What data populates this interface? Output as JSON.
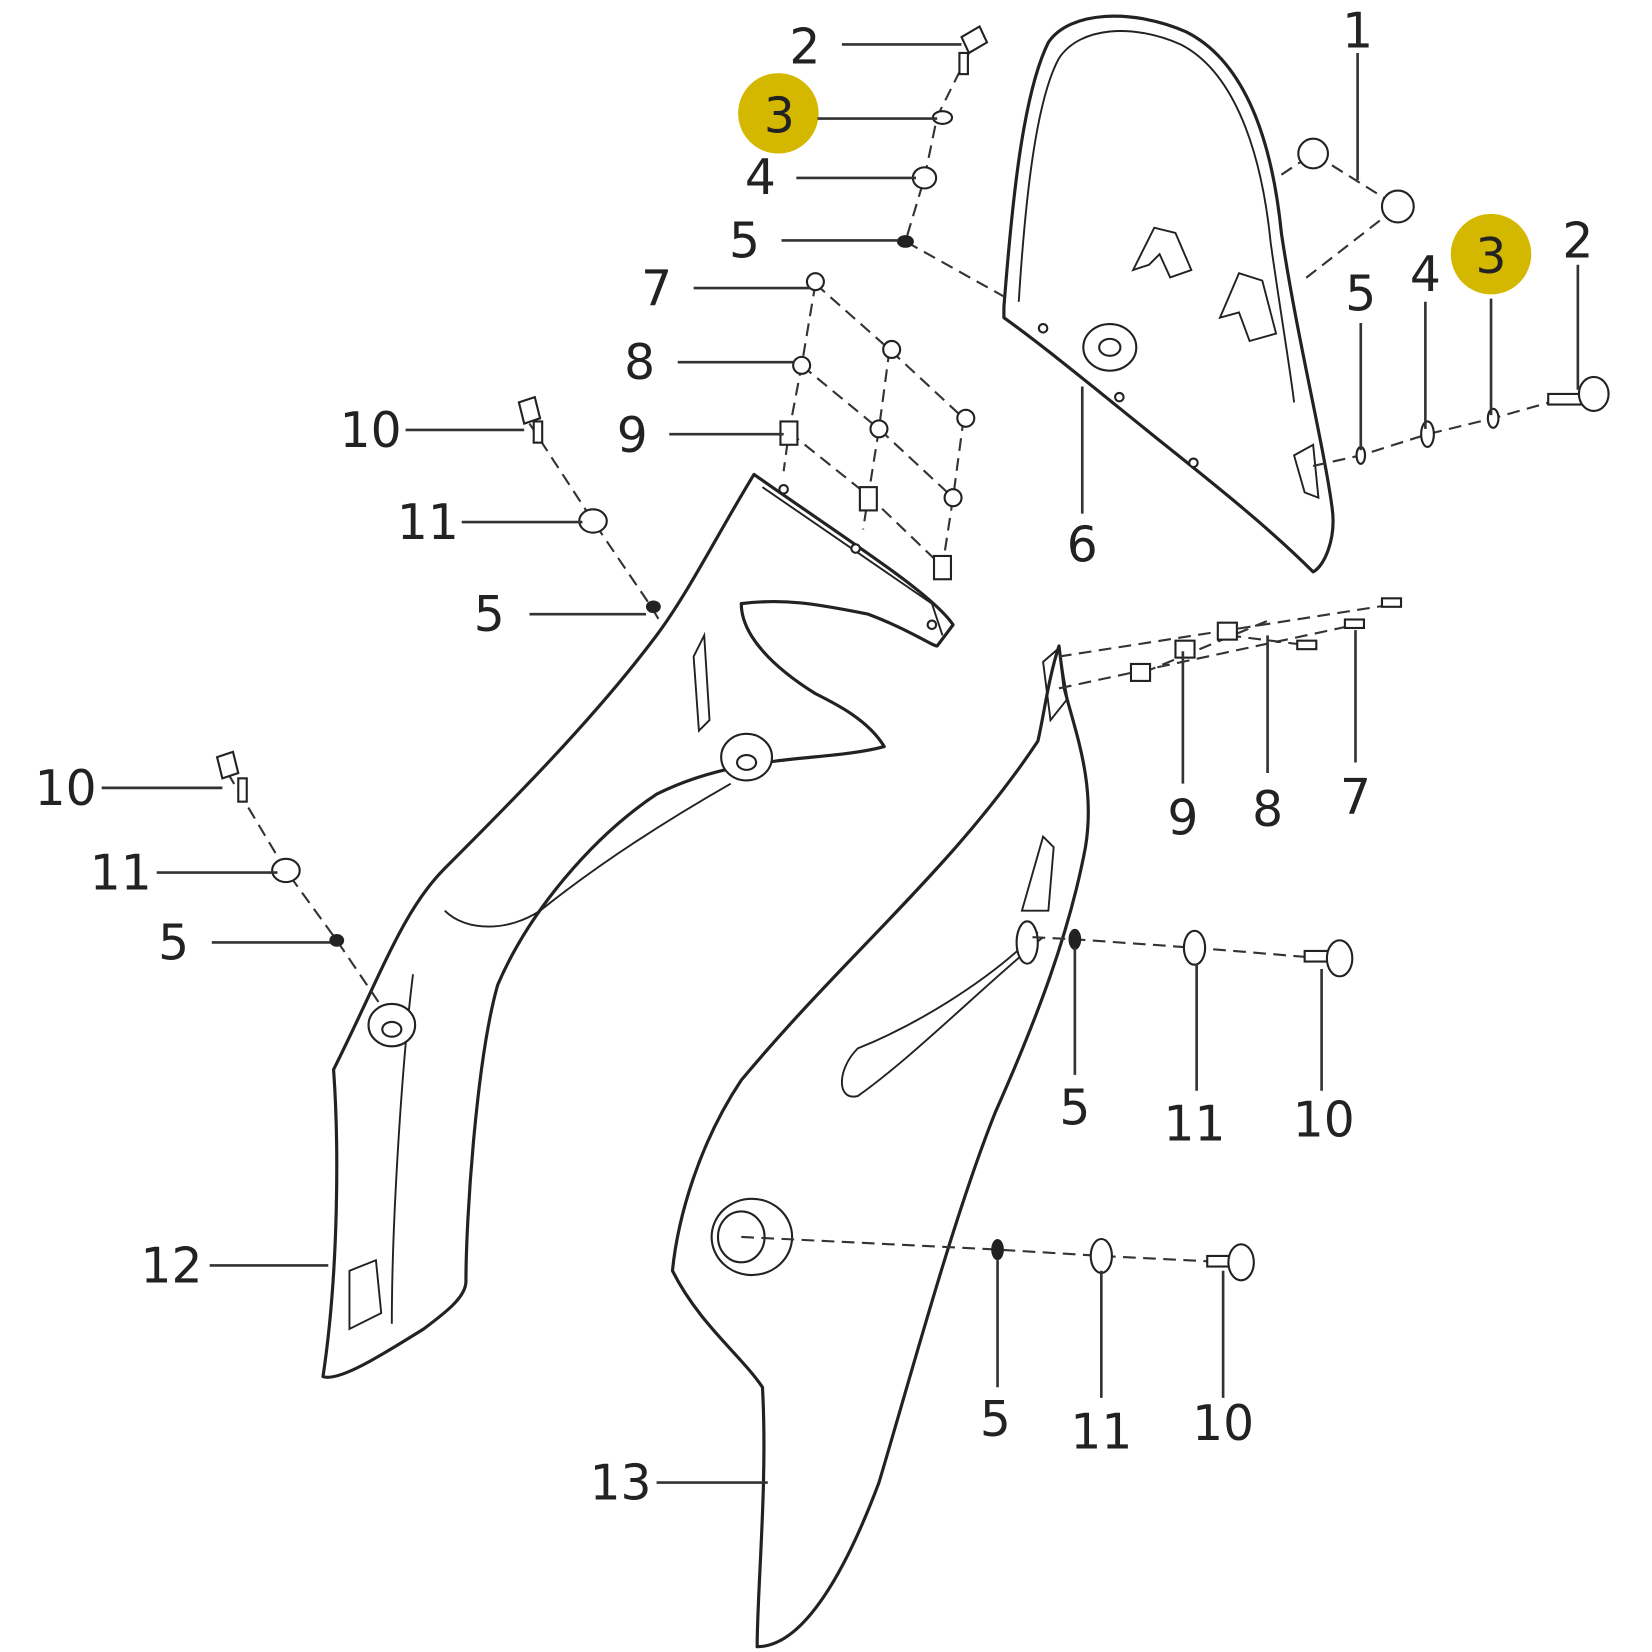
{
  "diagram": {
    "highlight_color": "#d4b800",
    "callouts": {
      "top_2": "2",
      "top_3": "3",
      "top_4": "4",
      "top_5": "5",
      "top_7": "7",
      "top_8": "8",
      "top_9": "9",
      "screen_1": "1",
      "screen_6": "6",
      "right_5": "5",
      "right_4": "4",
      "right_3": "3",
      "right_2": "2",
      "left_10a": "10",
      "left_11a": "11",
      "left_5a": "5",
      "left_10b": "10",
      "left_11b": "11",
      "left_5b": "5",
      "left_12": "12",
      "mid_9": "9",
      "mid_8": "8",
      "mid_7": "7",
      "mid_5": "5",
      "mid_11": "11",
      "mid_10": "10",
      "low_5": "5",
      "low_11": "11",
      "low_10": "10",
      "low_13": "13"
    }
  }
}
